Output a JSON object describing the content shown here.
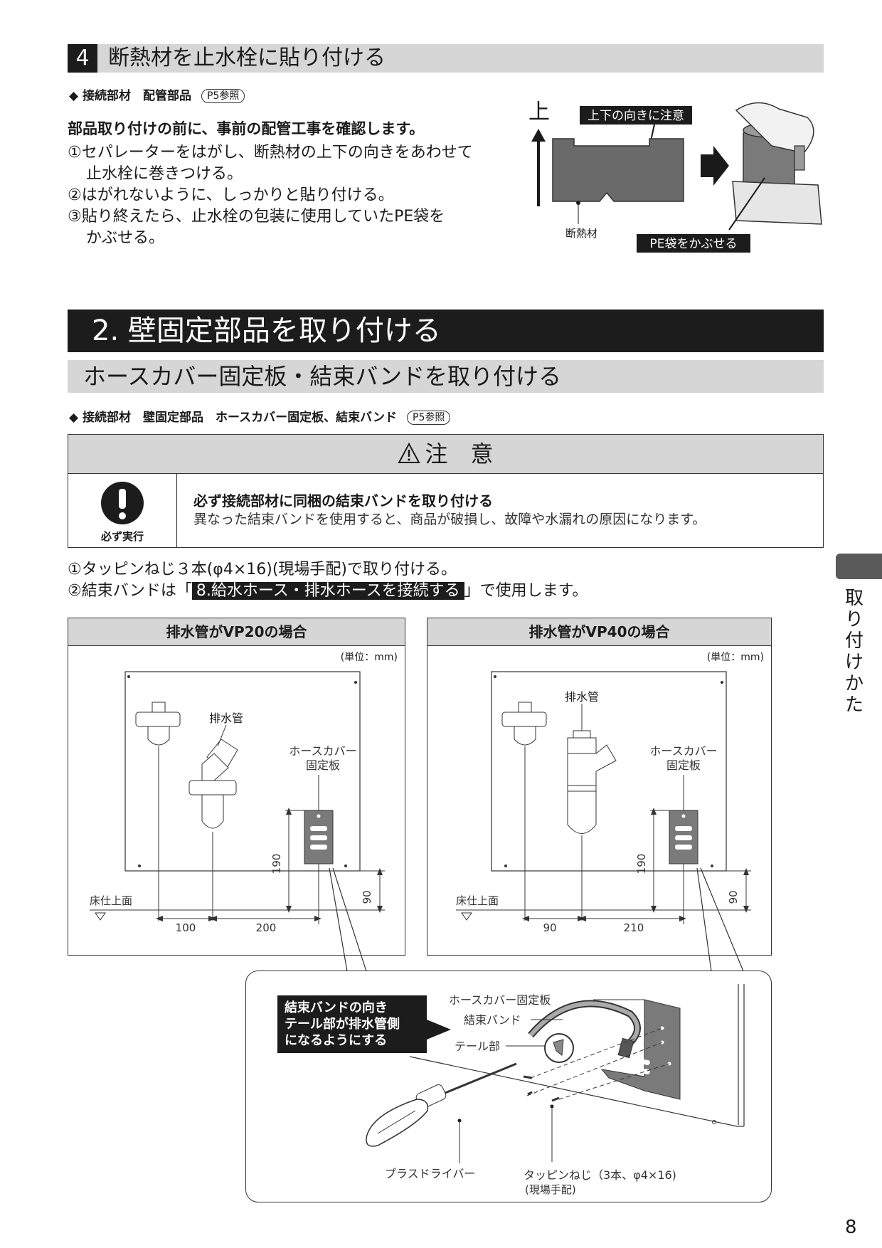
{
  "step": {
    "number": "4",
    "title": "断熱材を止水栓に貼り付ける",
    "parts_label": "◆ 接続部材　配管部品",
    "parts_ref": "P5参照",
    "lead": "部品取り付けの前に、事前の配管工事を確認します。",
    "steps": [
      "①セパレーターをはがし、断熱材の上下の向きをあわせて",
      "止水栓に巻きつける。",
      "②はがれないように、しっかりと貼り付ける。",
      "③貼り終えたら、止水栓の包装に使用していたPE袋を",
      "かぶせる。"
    ],
    "figure": {
      "up_label": "上",
      "orientation_note": "上下の向きに注意",
      "insulation_label": "断熱材",
      "pe_bag_note": "PE袋をかぶせる"
    }
  },
  "section": {
    "title": "2. 壁固定部品を取り付ける",
    "subtitle": "ホースカバー固定板・結束バンドを取り付ける",
    "parts_label": "◆ 接続部材　壁固定部品　ホースカバー固定板、結束バンド",
    "parts_ref": "P5参照"
  },
  "caution": {
    "title": "注　意",
    "icon_label": "必ず実行",
    "heading": "必ず接続部材に同梱の結束バンドを取り付ける",
    "text": "異なった結束バンドを使用すると、商品が破損し、故障や水漏れの原因になります。"
  },
  "instructions": {
    "line1": "①タッピンねじ３本(φ4×16)(現場手配)で取り付ける。",
    "line2_before": "②結束バンドは「",
    "line2_ref": "8.給水ホース・排水ホースを接続する",
    "line2_after": "」で使用します。"
  },
  "side_tab": {
    "chars": [
      "取",
      "り",
      "付",
      "け",
      "か",
      "た"
    ]
  },
  "diagram_vp20": {
    "title": "排水管がVP20の場合",
    "unit": "(単位：mm)",
    "drain_label": "排水管",
    "plate_label_1": "ホースカバー",
    "plate_label_2": "固定板",
    "floor_label": "床仕上面",
    "dim_height": "190",
    "dim_floor": "90",
    "dim_left": "100",
    "dim_right": "200"
  },
  "diagram_vp40": {
    "title": "排水管がVP40の場合",
    "unit": "(単位：mm)",
    "drain_label": "排水管",
    "plate_label_1": "ホースカバー",
    "plate_label_2": "固定板",
    "floor_label": "床仕上面",
    "dim_height": "190",
    "dim_floor": "90",
    "dim_left": "90",
    "dim_right": "210"
  },
  "detail": {
    "note_lines": [
      "結束バンドの向き",
      "テール部が排水管側",
      "になるようにする"
    ],
    "plate_label": "ホースカバー固定板",
    "band_label": "結束バンド",
    "tail_label": "テール部",
    "driver_label": "プラスドライバー",
    "screw_label": "タッピンねじ（3本、φ4×16)",
    "screw_sub": "(現場手配)"
  },
  "page_number": "8"
}
